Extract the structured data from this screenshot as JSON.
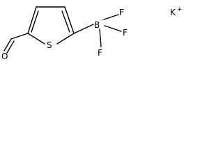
{
  "molecule": {
    "atoms": {
      "oxygen": "O",
      "sulfur": "S",
      "boron": "B",
      "fluorine_1": "F",
      "fluorine_2": "F",
      "fluorine_3": "F",
      "potassium": "K"
    },
    "charges": {
      "boron": "-",
      "potassium": "+"
    },
    "colors": {
      "ink": "#000000",
      "background": "#ffffff"
    }
  }
}
